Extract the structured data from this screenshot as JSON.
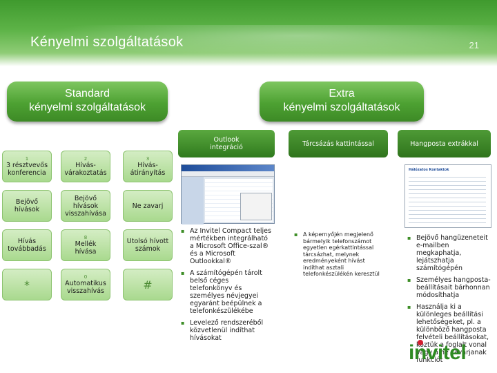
{
  "slide": {
    "title": "Kényelmi szolgáltatások",
    "page_number": "21"
  },
  "panels": {
    "standard": {
      "line1": "Standard",
      "line2": "kényelmi szolgáltatások"
    },
    "extra": {
      "line1": "Extra",
      "line2": "kényelmi szolgáltatások"
    }
  },
  "features": [
    {
      "line1": "Outlook",
      "line2": "integráció"
    },
    {
      "line1": "Tárcsázás kattintással",
      "line2": ""
    },
    {
      "line1": "Hangposta extrákkal",
      "line2": ""
    }
  ],
  "standard_grid": [
    {
      "num": "1",
      "line1": "3 résztvevős",
      "line2": "konferencia",
      "sym": ""
    },
    {
      "num": "2",
      "line1": "Hívás-",
      "line2": "várakoztatás",
      "sym": ""
    },
    {
      "num": "3",
      "line1": "Hívás-",
      "line2": "átirányítás",
      "sym": ""
    },
    {
      "num": "",
      "line1": "Bejövő",
      "line2": "hívások",
      "sym": ""
    },
    {
      "num": "",
      "line1": "Bejövő hívások",
      "line2": "visszahívása",
      "sym": ""
    },
    {
      "num": "",
      "line1": "Ne zavarj",
      "line2": "",
      "sym": ""
    },
    {
      "num": "",
      "line1": "Hívás",
      "line2": "továbbadás",
      "sym": ""
    },
    {
      "num": "8",
      "line1": "Mellék",
      "line2": "hívása",
      "sym": ""
    },
    {
      "num": "",
      "line1": "Utolsó hívott",
      "line2": "számok",
      "sym": ""
    },
    {
      "num": "",
      "line1": "",
      "line2": "",
      "sym": "*"
    },
    {
      "num": "0",
      "line1": "Automatikus",
      "line2": "visszahívás",
      "sym": ""
    },
    {
      "num": "",
      "line1": "",
      "line2": "",
      "sym": "#"
    }
  ],
  "outlook_doc": {
    "heading": "Hálózatos Kontaktok"
  },
  "bullets": {
    "outlook": [
      "Az Invitel Compact teljes mértékben integrálható a Microsoft Office-szal® és a Microsoft Outlookkal®",
      "A számítógépén tárolt belső céges telefonkönyv és személyes névjegyei egyaránt beépülnek a telefonkészülékébe",
      "Levelező rendszeréből közvetlenül indíthat hívásokat"
    ],
    "click_dial": [
      "A képernyőjén megjelenő bármelyik telefonszámot egyetlen egérkattintással tárcsázhat, melynek eredményeként hívást indíthat asztali telefonkészülékén keresztül"
    ],
    "voicemail": [
      "Bejövő hangüzeneteit e-mailben megkaphatja, lejátszhatja számítógépén",
      "Személyes hangposta-beállításait bárhonnan módosíthatja",
      "Használja ki a különleges beállítási lehetőségeket, pl. a különböző hangposta felvételi beállításokat, köztük a foglalt vonal vagy a ne zavarjanak funkciót"
    ]
  },
  "logo": {
    "text": "invitel"
  },
  "colors": {
    "brand_green": "#3e8e27",
    "light_green": "#a9d98e",
    "logo_dot": "#d21f2e"
  }
}
